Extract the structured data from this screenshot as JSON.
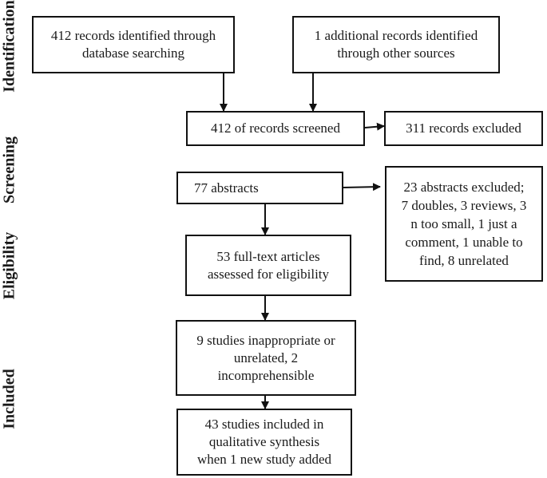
{
  "phases": {
    "identification": "Identification",
    "screening": "Screening",
    "eligibility": "Eligibility",
    "included": "Included"
  },
  "boxes": {
    "database_records": "412 records identified through\ndatabase searching",
    "additional_records": "1 additional records identified\nthrough other sources",
    "records_screened": "412 of records screened",
    "records_excluded": "311 records excluded",
    "abstracts": "77 abstracts",
    "abstracts_excluded": "23 abstracts excluded;\n7 doubles, 3 reviews, 3\nn too small, 1 just a\ncomment, 1 unable to\nfind, 8 unrelated",
    "full_text_articles": "53 full-text articles\nassessed for eligibility",
    "studies_inappropriate": "9 studies inappropriate or\nunrelated, 2\nincomprehensible",
    "studies_included": "43 studies included in\nqualitative synthesis\nwhen 1 new study added"
  }
}
